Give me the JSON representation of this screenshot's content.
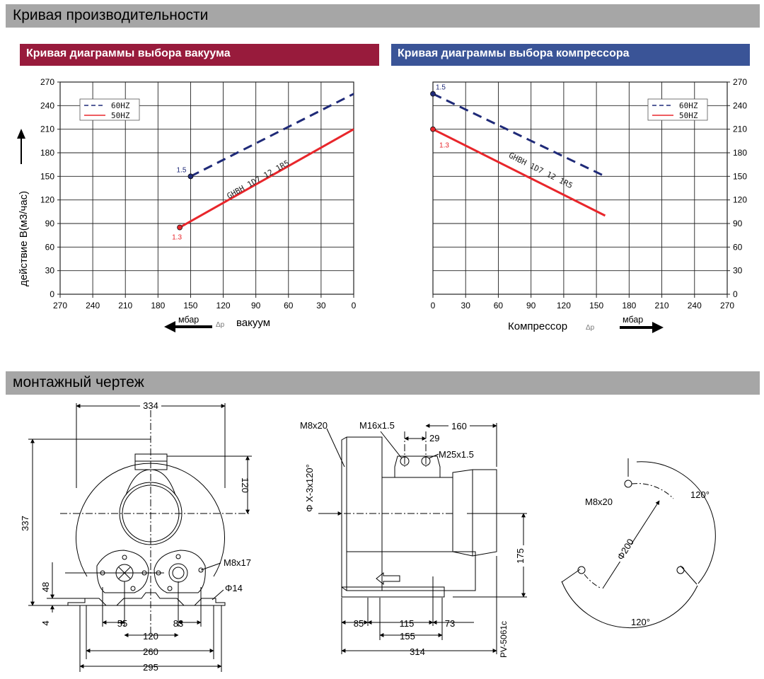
{
  "sections": {
    "performance_title": "Кривая производительности",
    "mounting_title": "монтажный чертеж"
  },
  "colors": {
    "section_bar": "#a6a6a6",
    "vacuum_bar": "#981b3c",
    "compressor_bar": "#3a5497",
    "curve_60hz": "#1f2a78",
    "curve_50hz": "#e8262b",
    "grid": "#222222"
  },
  "vacuum": {
    "title": "Кривая диаграммы выбора вакуума",
    "unit_label": "мбар",
    "delta_label": "Δp",
    "axis_name": "вакуум"
  },
  "compressor": {
    "title": "Кривая диаграммы выбора компрессора",
    "unit_label": "мбар",
    "delta_label": "Δp",
    "axis_name": "Компрессор"
  },
  "y_axis_label": "действие B(м3/час)",
  "chart_data": [
    {
      "type": "line",
      "title": "Кривая диаграммы выбора вакуума",
      "x_reversed": true,
      "xlim": [
        0,
        270
      ],
      "ylim": [
        0,
        270
      ],
      "x_ticks": [
        "270",
        "240",
        "210",
        "180",
        "150",
        "120",
        "90",
        "60",
        "30",
        "0"
      ],
      "y_ticks": [
        "0",
        "30",
        "60",
        "90",
        "120",
        "150",
        "180",
        "210",
        "240",
        "270"
      ],
      "grid": true,
      "legend": "top-left",
      "model_label": "GHBH 1D7 12 1R5",
      "series": [
        {
          "name": "60HZ",
          "style": "dashed",
          "x": [
            150,
            0
          ],
          "y": [
            150,
            255
          ],
          "end_label": "1.5"
        },
        {
          "name": "50HZ",
          "style": "solid",
          "x": [
            160,
            0
          ],
          "y": [
            85,
            210
          ],
          "end_label": "1.3"
        }
      ]
    },
    {
      "type": "line",
      "title": "Кривая диаграммы выбора компрессора",
      "x_reversed": false,
      "xlim": [
        0,
        270
      ],
      "ylim": [
        0,
        270
      ],
      "x_ticks": [
        "0",
        "30",
        "60",
        "90",
        "120",
        "150",
        "180",
        "210",
        "240",
        "270"
      ],
      "y_ticks": [
        "0",
        "30",
        "60",
        "90",
        "120",
        "150",
        "180",
        "210",
        "240",
        "270"
      ],
      "grid": true,
      "legend": "top-right",
      "model_label": "GHBH 1D7 12 1R5",
      "series": [
        {
          "name": "60HZ",
          "style": "dashed",
          "x": [
            0,
            158
          ],
          "y": [
            255,
            150
          ],
          "end_label": "1.5"
        },
        {
          "name": "50HZ",
          "style": "solid",
          "x": [
            0,
            158
          ],
          "y": [
            210,
            100
          ],
          "end_label": "1.3"
        }
      ]
    }
  ],
  "drawing": {
    "front": {
      "d334": "334",
      "d337": "337",
      "d120v": "120",
      "d48": "48",
      "d4": "4",
      "d55": "55",
      "d120h": "120",
      "d83": "83",
      "d260": "260",
      "d295": "295",
      "m8x17": "M8x17",
      "phi14": "Φ14"
    },
    "side": {
      "m8x20": "M8x20",
      "m16": "M16x1.5",
      "m25": "M25x1.5",
      "d29": "29",
      "d160": "160",
      "d175": "175",
      "phi_x": "Φ X-3x120°",
      "d85": "85",
      "d115": "115",
      "d73": "73",
      "d155": "155",
      "d314": "314",
      "code": "PV-5061c"
    },
    "flange": {
      "m8x20": "M8x20",
      "a120a": "120°",
      "a120b": "120°",
      "phi200": "Φ200"
    }
  }
}
